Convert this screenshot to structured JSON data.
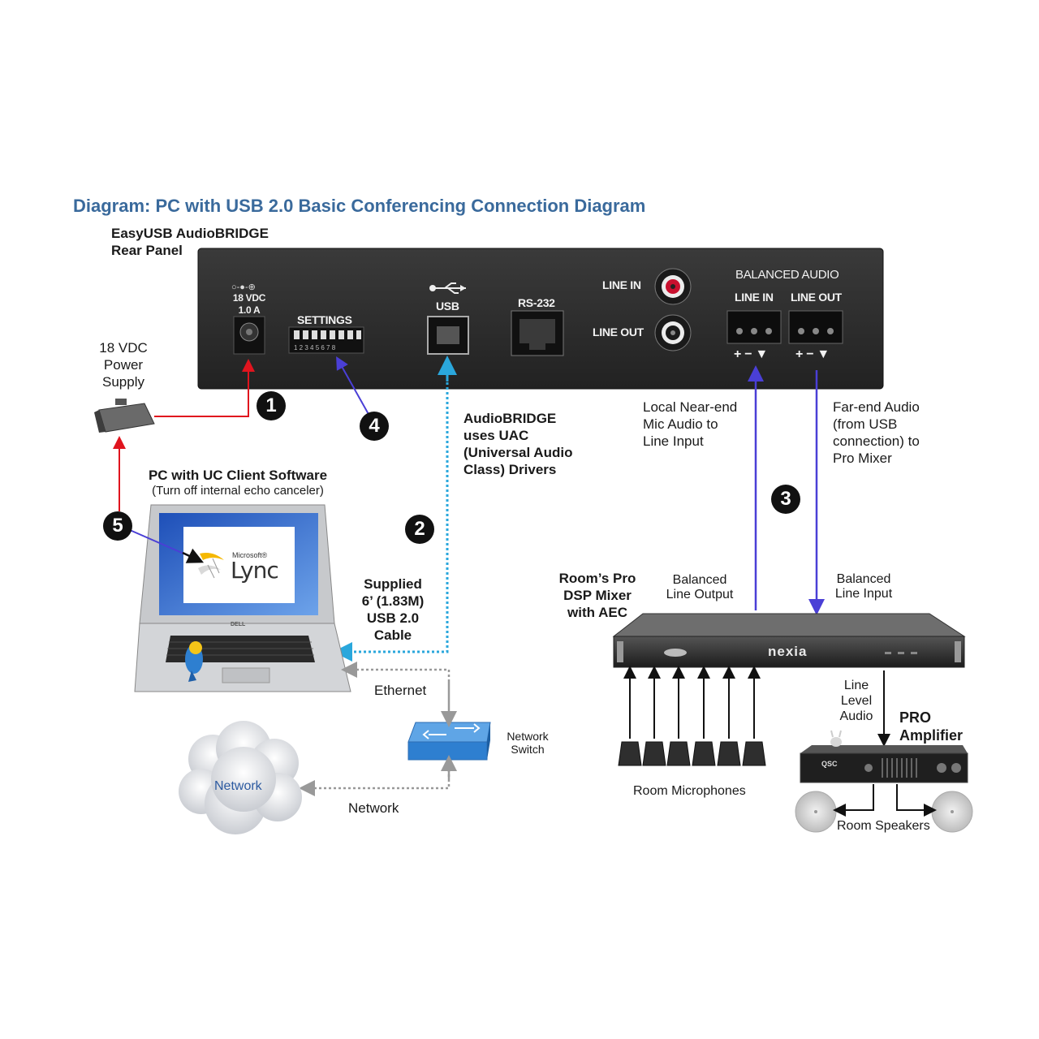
{
  "title": "Diagram:  PC with USB 2.0 Basic Conferencing Connection Diagram",
  "rear_panel": {
    "label_line1": "EasyUSB AudioBRIDGE",
    "label_line2": "Rear Panel",
    "power_spec_line1": "18 VDC",
    "power_spec_line2": "1.0 A",
    "settings": "SETTINGS",
    "usb": "USB",
    "rs232": "RS-232",
    "line_in": "LINE IN",
    "line_out": "LINE OUT",
    "balanced_audio": "BALANCED AUDIO",
    "bal_line_in": "LINE IN",
    "bal_line_out": "LINE OUT",
    "polarity": "+ − ▼"
  },
  "power_supply": {
    "line1": "18 VDC",
    "line2": "Power",
    "line3": "Supply"
  },
  "pc": {
    "line1": "PC with UC Client Software",
    "line2": "(Turn off internal echo canceler)",
    "screen_brand": "Microsoft®",
    "screen_app": "Lync",
    "laptop_brand": "DELL"
  },
  "usb_driver_note": {
    "line1": "AudioBRIDGE",
    "line2": "uses UAC",
    "line3": "(Universal Audio",
    "line4": "Class) Drivers"
  },
  "usb_cable": {
    "line1": "Supplied",
    "line2": "6’ (1.83M)",
    "line3": "USB 2.0",
    "line4": "Cable"
  },
  "near_end": {
    "line1": "Local Near-end",
    "line2": "Mic Audio to",
    "line3": "Line Input"
  },
  "far_end": {
    "line1": "Far-end Audio",
    "line2": "(from USB",
    "line3": "connection) to",
    "line4": "Pro Mixer"
  },
  "mixer": {
    "line1": "Room’s Pro",
    "line2": "DSP Mixer",
    "line3": "with AEC",
    "brand": "nexia"
  },
  "balanced_output": {
    "line1": "Balanced",
    "line2": "Line Output"
  },
  "balanced_input": {
    "line1": "Balanced",
    "line2": "Line Input"
  },
  "ethernet": "Ethernet",
  "network_switch": {
    "line1": "Network",
    "line2": "Switch"
  },
  "network_cloud": "Network",
  "network_label": "Network",
  "microphones": "Room Microphones",
  "line_level": {
    "line1": "Line",
    "line2": "Level",
    "line3": "Audio"
  },
  "amplifier": {
    "line1": "PRO",
    "line2": "Amplifier",
    "brand": "QSC"
  },
  "speakers": "Room Speakers",
  "badges": {
    "b1": "1",
    "b2": "2",
    "b3": "3",
    "b4": "4",
    "b5": "5"
  },
  "colors": {
    "title": "#3a6a9c",
    "power_line": "#e0141e",
    "usb_line": "#2aa7dc",
    "audio_line": "#4a3fd6",
    "network_line": "#999999",
    "panel": "#2b2b2b"
  }
}
